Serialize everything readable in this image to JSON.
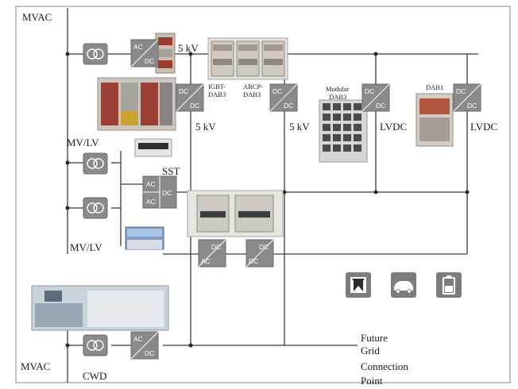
{
  "labels": {
    "mvac_top": "MVAC",
    "mvac_bottom": "MVAC",
    "kv_top": "5 kV",
    "kv_mid_left": "5 kV",
    "kv_mid_right": "5 kV",
    "igbt_line1": "IGBT-",
    "igbt_line2": "DAB3",
    "arcp_line1": "ARCP-",
    "arcp_line2": "DAB3",
    "modular_line1": "Modular",
    "modular_line2": "DAB3",
    "dab1": "DAB1",
    "lvdc_left": "LVDC",
    "lvdc_right": "LVDC",
    "mvlv_top": "MV/LV",
    "mvlv_bottom": "MV/LV",
    "sst": "SST",
    "cwd": "CWD",
    "future_line1": "Future",
    "future_line2": "Grid",
    "future_line3": "Connection",
    "future_line4": "Point"
  },
  "converters": {
    "ac": "AC",
    "dc": "DC"
  },
  "icons": {
    "icon1": "building-meter-icon",
    "icon2": "electric-car-icon",
    "icon3": "battery-icon"
  },
  "colors": {
    "block": "#8a8a8a",
    "wire": "#3a3a3a"
  }
}
